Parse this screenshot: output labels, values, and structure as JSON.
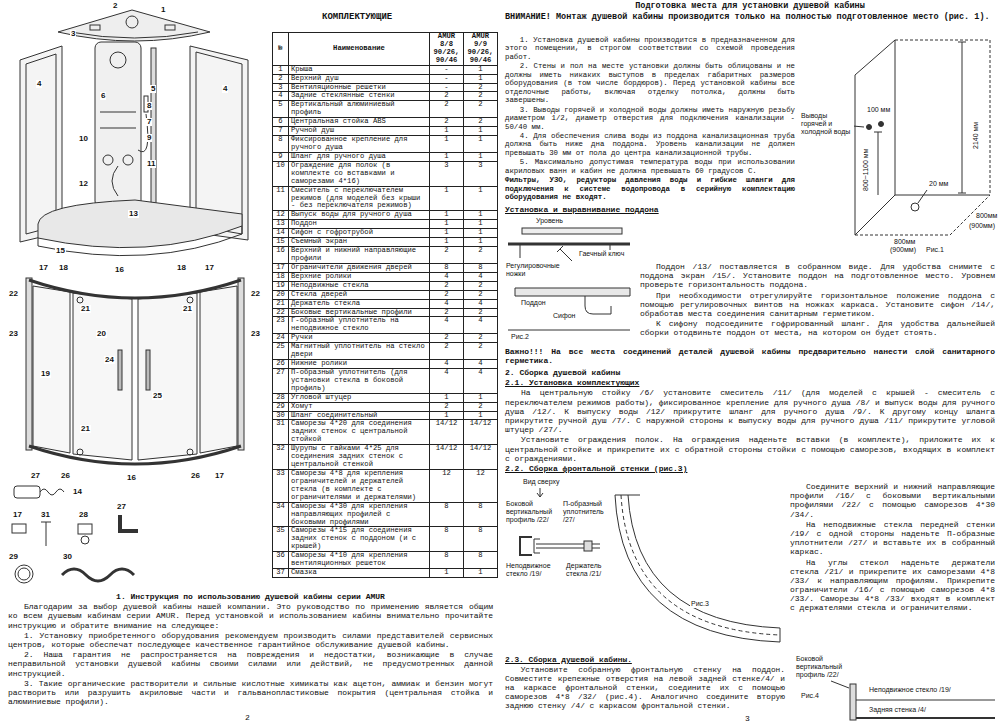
{
  "diagram": {
    "labels": [
      "2",
      "1",
      "3",
      "4",
      "5",
      "4",
      "6",
      "8",
      "7",
      "9",
      "10",
      "11",
      "12",
      "13",
      "15",
      "17",
      "18",
      "16",
      "18",
      "17",
      "22",
      "23",
      "20",
      "21",
      "21",
      "19",
      "23",
      "22",
      "24",
      "25",
      "21",
      "27",
      "26",
      "16",
      "26",
      "17",
      "14",
      "17",
      "31",
      "28",
      "27",
      "29",
      "30",
      "КОМПЛЕКТУЮЩИЕ",
      "№",
      "Наименование",
      "AMUR 8/8 90/26, 90/46",
      "AMUR 9/9 90/26, 90/46",
      "1",
      "Крыша",
      "-",
      "1",
      "2",
      "Верхний душ",
      "-",
      "1",
      "3",
      "Вентиляционные решетки",
      "-",
      "2",
      "4",
      "Задние стеклянные стенки",
      "2",
      "2",
      "5",
      "Вертикальный алюминиевый профиль",
      "2",
      "2",
      "6",
      "Центральная стойка ABS",
      "2",
      "2",
      "7",
      "Ручной душ",
      "1",
      "1",
      "8",
      "Фиксированное крепление для ручного душа",
      "1",
      "1",
      "9",
      "Шланг для ручного душа",
      "1",
      "1",
      "10",
      "Ограждение для полок (в комплекте со вставками и саморезами 4*16)",
      "3",
      "3",
      "11",
      "Смеситель с переключателем режимов (для моделей без крыши - без переключателя режимов)",
      "1",
      "1",
      "12",
      "Выпуск воды для ручного душа",
      "1",
      "1",
      "13",
      "Поддон",
      "1",
      "1",
      "14",
      "Сифон с гофротрубой",
      "1",
      "1",
      "15",
      "Съемный экран",
      "1",
      "1",
      "16",
      "Верхний и нижний направляющие профили",
      "2",
      "2",
      "17",
      "Ограничители движения дверей",
      "8",
      "8",
      "18",
      "Верхние ролики",
      "4",
      "4",
      "19",
      "Неподвижные стекла",
      "2",
      "2",
      "20",
      "Стекла дверей",
      "2",
      "2",
      "21",
      "Держатель стекла",
      "4",
      "4",
      "22",
      "Боковые вертикальные профили",
      "2",
      "2",
      "23",
      "Г-образный уплотнитель на неподвижное стекло",
      "4",
      "4",
      "24",
      "Ручки",
      "2",
      "2",
      "25",
      "Магнитный уплотнитель на стекло двери",
      "2",
      "2",
      "26",
      "Нижние ролики",
      "4",
      "4",
      "27",
      "П-образный уплотнитель (для установки стекла в боковой профиль)",
      "4",
      "4",
      "28",
      "Угловой штуцер",
      "1",
      "1",
      "29",
      "Хомут",
      "2",
      "2",
      "30",
      "Шланг соединительный",
      "1",
      "1",
      "31",
      "Саморезы 4*20 для соединения задних стенок с центральной стойкой",
      "14/12",
      "14/12",
      "32",
      "Шурупы с гайками 4*25 для соединения задних стенок с центральной стенкой",
      "14/12",
      "14/12",
      "33",
      "Саморезы 4*8 для крепления ограничителей и держателей стекла (в комплекте с ограничителями и держателями)",
      "12",
      "12",
      "34",
      "Саморезы 4*30 для крепления направляющих профилей с боковыми профилями",
      "8",
      "8",
      "35",
      "Саморезы 4*15 для соединения задних стенок с поддоном (и с крышей)",
      "8",
      "8",
      "36",
      "Саморезы 4*10 для крепления вентиляционных решеток",
      "8",
      "8",
      "37",
      "Смазка",
      "1",
      "1",
      "1. Инструкция по использованию душевой кабины серии AMUR",
      "Благодарим за выбор душевой кабины нашей компании. Это руководство по применению является общим ко всем душевым кабинам серии AMUR. Перед установкой и использованием кабины внимательно прочитайте инструкцию и обратите внимание на следующее:",
      "1. Установку приобретенного оборудования рекомендуем производить силами представителей сервисных центров, которые обеспечат последующее качественное гарантийное обслуживание душевой кабины.",
      "2. Наша гарантия не распространяется на повреждения и недостатки, возникающие в случае неправильной установки душевой кабины своими силами или действий, не предусмотренных данной инструкцией.",
      "3. Такие органические растворители и сильные кислотные химикаты как ацетон, аммиак и бензин могут растворить или разрушить акриловые части и гальванопластиковые покрытия (центральная стойка и алюминиевые профили).",
      "2",
      "Подготовка места для установки душевой кабины",
      "ВНИМАНИЕ! Монтаж душевой кабины производится только на полностью подготовленное место (рис. 1).",
      "1. Установка душевой кабины производится в предназначенном для этого помещении, в строгом соответствии со схемой проведения работ.",
      "2. Стены и пол на месте установки должны быть облицованы и не должны иметь никаких выступов в пределах габаритных размеров оборудования (в том числе бордюров). Перед установкой кабины все отделочные работы, включая отделку потолка, должны быть завершены.",
      "3. Выводы горячей и холодной воды должны иметь наружную резьбу диаметром 1/2, диаметр отверстия для подключения канализации - 50/40 мм.",
      "4. Для обеспечения слива воды из поддона канализационная труба должна быть ниже дна поддона. Уровень канализации не должен превышать 30 мм от пола до центра канализационной трубы.",
      "5. Максимально допустимая температура воды при использовании акриловых ванн и кабин не должна превышать 60 градусов С.",
      "Фильтры, УЗО, редукторы давления воды и гибкие шланги для подключения к системе водопровода в серийную комплектацию оборудования не входят.",
      "2140 мм",
      "800~1100 мм",
      "Выводы горячей и холодной воды",
      "100 мм",
      "20 мм",
      "800мм",
      "(900мм)",
      "800мм",
      "(900мм)",
      "Рис.1",
      "Установка и выравнивание поддона",
      "Уровень",
      "Регулировочные ножки",
      "Гаечный ключ",
      "Поддон",
      "Сифон",
      "Рис.2",
      "Поддон /13/ поставляется в собранном виде. Для удобства снимите с поддона экран /15/. Установите поддон на подготовленное место. Уровнем проверьте горизонтальность поддона.",
      "При необходимости отрегулируйте горизонтальное положение поддона с помощью регулировочных винтов на ножках каркаса. Установите сифон /14/, обработав места соединения санитарным герметиком.",
      "К сифону подсоедините гофрированный шланг. Для удобства дальнейшей сборки отодвиньте поддон от места, на котором он будет стоять.",
      "Важно!!! На все места соединений деталей душевой кабины предварительно нанести слой санитарного герметика.",
      "2. Сборка душевой кабины",
      "2.1. Установка комплектующих",
      "На центральную стойку /6/ установите смеситель /11/ (для моделей с крышей - смеситель с переключателем режимов работы), фиксированное крепление для ручного душа /8/ и выпуск воды для ручного душа /12/. К выпуску воды /12/ прикрутите шланг для ручного душа /9/. К другому концу шланга прикрутите ручной душ /7/. С наружной стороны к выпуску воды для ручного душа /11/ прикрутите угловой штуцер /27/.",
      "Установите ограждения полок. На ограждения наденьте вставки (в комплекте), приложите их к центральной стойке и прикрепите их с обратной стороны стойки с помощью саморезов, входящих в комплект с ограждениями.",
      "2.2. Сборка фронтальной стенки (рис.3)",
      "Вид сверху",
      "Боковой вертикальный профиль /22/",
      "П-образный уплотнитель /27/",
      "Неподвижное стекло /19/",
      "Держатель стекла /21/",
      "Рис.3",
      "Соедините верхний и нижний направляющие профили /16/ с боковыми вертикальными профилями /22/ с помощью саморезов 4*30 /34/.",
      "На неподвижные стекла передней стенки /19/ с одной стороны наденьте П-образные уплотнители /27/ и вставьте их в собранный каркас.",
      "На углы стекол наденьте держатели стекла /21/ и прикрепите их саморезами 4*8 /33/ к направляющим профилям. Прикрепите ограничители /16/ с помощью саморезов 4*8 /33/. Саморезы 4*8 /33/ входят в комплект с держателями стекла и ограничителями.",
      "2.3. Сборка душевой кабины.",
      "Установите собранную фронтальную стенку на поддон. Совместите крепежные отверстия на левой задней стенке/4/ и на каркасе фронтальной стенки, соедините их с помощью саморезов 4*8 /32/ (рис.4). Аналогично соедините вторую заднюю стенку /4/ с каркасом фронтальной стенки.",
      "Боковой вертикальный профиль /22/",
      "Неподвижное стекло /19/",
      "Задняя стенка /4/",
      "Рис.4",
      "3"
    ]
  }
}
